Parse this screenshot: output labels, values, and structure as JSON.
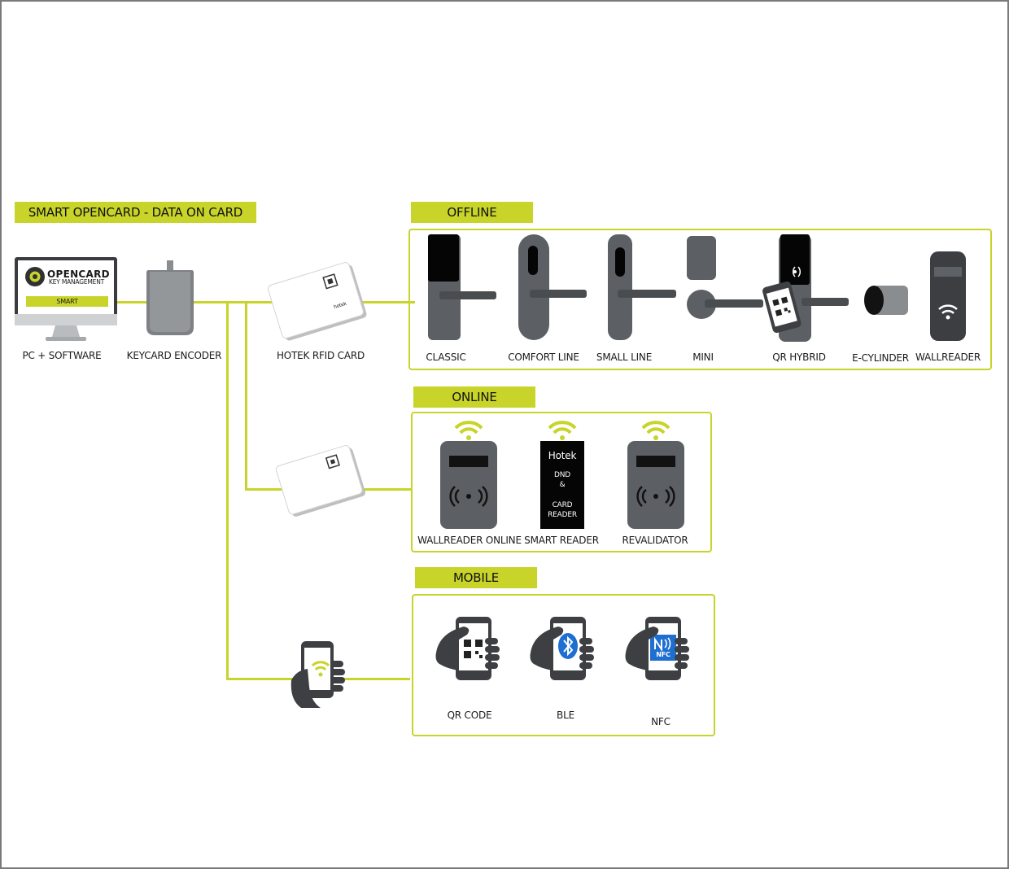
{
  "headers": {
    "smart": "SMART OPENCARD - DATA ON CARD",
    "offline": "OFFLINE",
    "online": "ONLINE",
    "mobile": "MOBILE"
  },
  "pc": {
    "logo_title": "OPENCARD",
    "logo_sub": "KEY MANAGEMENT",
    "screen_badge": "SMART",
    "label": "PC + SOFTWARE"
  },
  "encoder": {
    "label": "KEYCARD ENCODER"
  },
  "card": {
    "label": "HOTEK RFID CARD",
    "brand": "hotek"
  },
  "offline_items": [
    "CLASSIC",
    "COMFORT LINE",
    "SMALL LINE",
    "MINI",
    "QR HYBRID",
    "E-CYLINDER",
    "WALLREADER"
  ],
  "online_items": [
    "WALLREADER ONLINE",
    "SMART READER",
    "REVALIDATOR"
  ],
  "smart_reader_screen": {
    "brand": "Hotek",
    "line1": "DND",
    "line2": "&",
    "line3": "CARD",
    "line4": "READER"
  },
  "mobile_items": [
    "QR CODE",
    "BLE",
    "NFC"
  ],
  "nfc_badge": "NFC",
  "colors": {
    "accent": "#c8d42a",
    "device": "#5c6064",
    "device_dark": "#2d2f31"
  }
}
